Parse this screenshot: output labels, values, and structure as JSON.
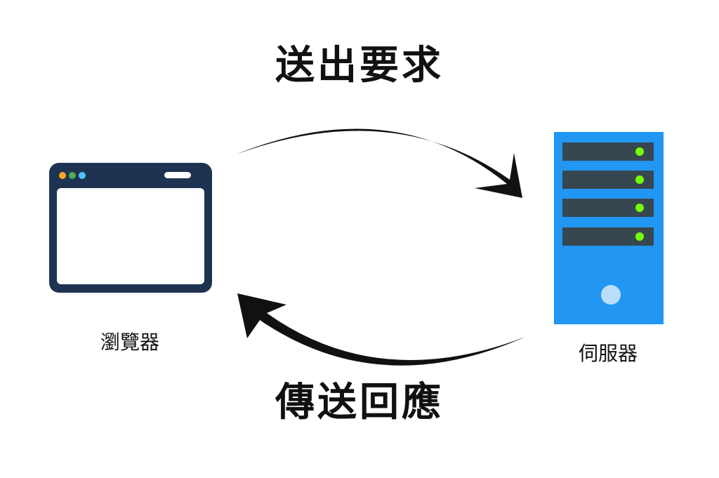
{
  "labels": {
    "request": "送出要求",
    "response": "傳送回應",
    "browser": "瀏覽器",
    "server": "伺服器"
  },
  "browser_icon": {
    "frame_color": "#1e3352",
    "dot_colors": [
      "#f5a623",
      "#4caf50",
      "#4fc3f7"
    ]
  },
  "server_icon": {
    "body_color": "#2196f3",
    "bay_color": "#37474f",
    "led_color": "#76ff03",
    "power_color": "#bbdefb",
    "bay_count": 4
  },
  "arrows": [
    {
      "name": "request-arrow",
      "from": "browser",
      "to": "server",
      "color": "#111111"
    },
    {
      "name": "response-arrow",
      "from": "server",
      "to": "browser",
      "color": "#111111"
    }
  ]
}
